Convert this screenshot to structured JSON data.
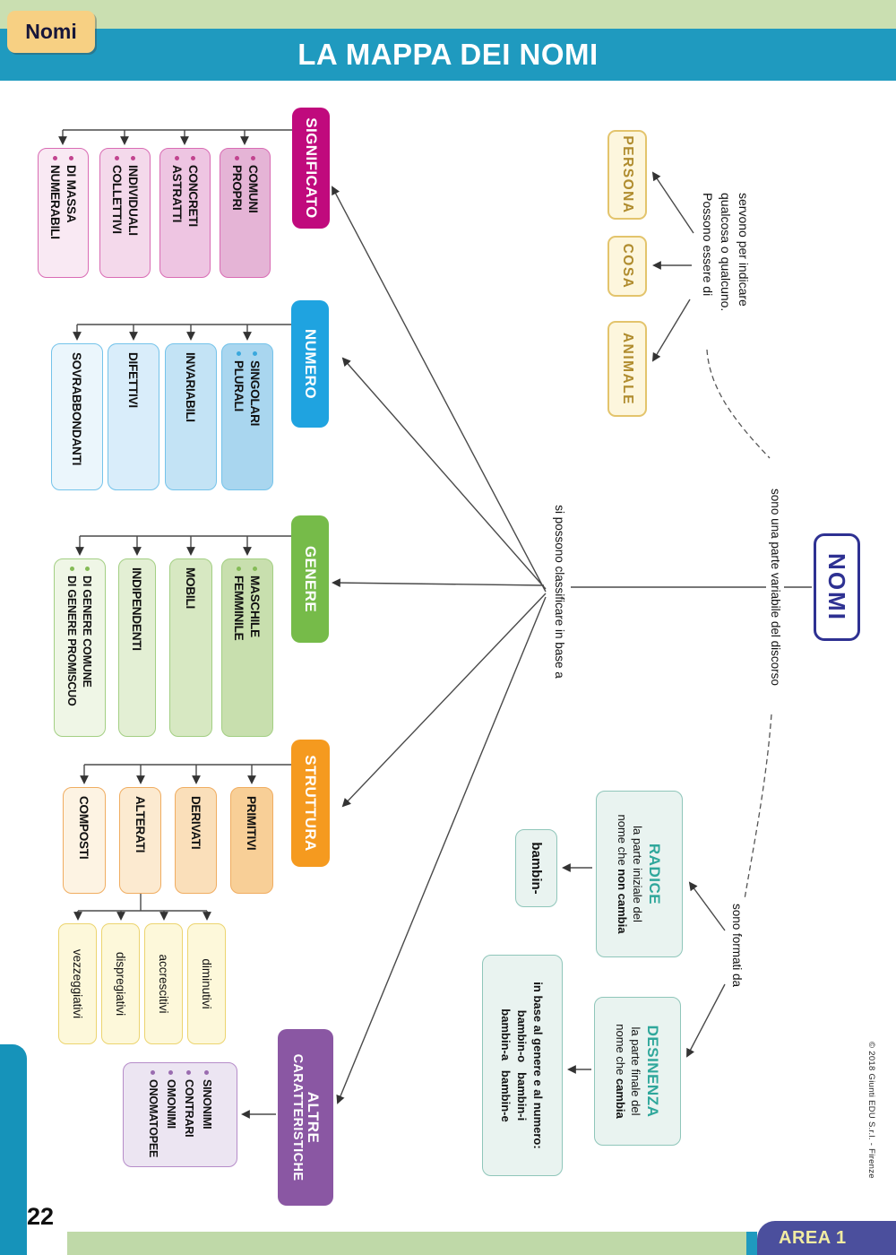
{
  "page": {
    "tab_label": "Nomi",
    "title": "LA MAPPA DEI NOMI",
    "page_number": "22",
    "area_label": "AREA 1",
    "copyright": "© 2018 Giunti EDU S.r.l. - Firenze",
    "colors": {
      "title_bar": "#1f9abf",
      "top_strip": "#cadfb1",
      "tab_bg": "#f7d083",
      "side_bar": "#1693ba",
      "bottom_strip": "#bfd9a8",
      "area_bg": "#4b4f9d",
      "area_text": "#f1eca2"
    }
  },
  "root": {
    "label": "NOMI",
    "color": "#2e3192",
    "variable_note": "sono una parte variabile del discorso",
    "classify_note": "si possono classificare in base a",
    "formed_note": "sono formati da",
    "indicate_note_lines": [
      "servono per indicare",
      "qualcosa o qualcuno.",
      "Possono essere di"
    ]
  },
  "essence_style": {
    "bg": "#fdf6dd",
    "border": "#e3c46c",
    "text": "#b08c2e"
  },
  "essence_boxes": [
    {
      "label": "PERSONA"
    },
    {
      "label": "COSA"
    },
    {
      "label": "ANIMALE"
    }
  ],
  "groups": [
    {
      "label": "SIGNIFICATO",
      "color": "#c00a7d",
      "bullet": "#c2438f",
      "border": "#d96cb4",
      "children": [
        {
          "fill": "#e5b4d6",
          "lines": [
            "COMUNI",
            "PROPRI"
          ]
        },
        {
          "fill": "#eec5e2",
          "lines": [
            "CONCRETI",
            "ASTRATTI"
          ]
        },
        {
          "fill": "#f4d9eb",
          "lines": [
            "INDIVIDUALI",
            "COLLETTIVI"
          ]
        },
        {
          "fill": "#f9e9f3",
          "lines": [
            "DI MASSA",
            "NUMERABILI"
          ]
        }
      ]
    },
    {
      "label": "NUMERO",
      "color": "#1fa3e0",
      "bullet": "#3aa8dd",
      "border": "#74c3ea",
      "children": [
        {
          "fill": "#a9d6ef",
          "lines": [
            "SINGOLARI",
            "PLURALI"
          ]
        },
        {
          "fill": "#c3e3f5",
          "lines": [
            "INVARIABILI"
          ]
        },
        {
          "fill": "#d9edfa",
          "lines": [
            "DIFETTIVI"
          ]
        },
        {
          "fill": "#ebf6fc",
          "lines": [
            "SOVRABBONDANTI"
          ]
        }
      ]
    },
    {
      "label": "GENERE",
      "color": "#76bb49",
      "bullet": "#84bb56",
      "border": "#a3cf83",
      "children": [
        {
          "fill": "#c8dfae",
          "lines": [
            "MASCHILE",
            "FEMMINILE"
          ]
        },
        {
          "fill": "#d7e8c2",
          "lines": [
            "MOBILI"
          ]
        },
        {
          "fill": "#e3efd4",
          "lines": [
            "INDIPENDENTI"
          ]
        },
        {
          "fill": "#eff6e6",
          "lines": [
            "DI GENERE COMUNE",
            "DI GENERE PROMISCUO"
          ]
        }
      ]
    },
    {
      "label": "STRUTTURA",
      "color": "#f59a1f",
      "bullet": "#f2a94f",
      "border": "#f0ad61",
      "children": [
        {
          "fill": "#f8cf97",
          "lines": [
            "PRIMITIVI"
          ]
        },
        {
          "fill": "#fadfba",
          "lines": [
            "DERIVATI"
          ]
        },
        {
          "fill": "#fcead0",
          "lines": [
            "ALTERATI"
          ]
        },
        {
          "fill": "#fdf3e3",
          "lines": [
            "COMPOSTI"
          ]
        }
      ]
    },
    {
      "label_line1": "ALTRE",
      "label_line2": "CARATTERISTICHE",
      "color": "#8a57a3",
      "bullet": "#9a6cb0",
      "border": "#b68cc9",
      "children": [
        {
          "fill": "#ece5f2",
          "lines": [
            "SINONIMI",
            "CONTRARI",
            "OMONIMI",
            "ONOMATOPEE"
          ]
        }
      ]
    }
  ],
  "alterati": {
    "style": {
      "bg": "#fdf8da",
      "border": "#ecd46f"
    },
    "children": [
      {
        "label": "diminutivi"
      },
      {
        "label": "accrescitivi"
      },
      {
        "label": "dispregiativi"
      },
      {
        "label": "vezzeggiativi"
      }
    ]
  },
  "formation": {
    "style": {
      "bg": "#e9f3f0",
      "border": "#8fc6ba",
      "title": "#2fa79b"
    },
    "radice": {
      "title": "RADICE",
      "desc_line1": "la parte iniziale del",
      "desc_line2_plain": "nome che ",
      "desc_line2_bold": "non cambia",
      "example": "bambin-"
    },
    "desinenza": {
      "title": "DESINENZA",
      "desc_line1": "la parte finale del",
      "desc_line2_plain": "nome che ",
      "desc_line2_bold": "cambia",
      "example_lines": [
        "in base al genere e al numero:",
        "bambin-o   bambin-i",
        "bambin-a   bambin-e"
      ]
    }
  }
}
